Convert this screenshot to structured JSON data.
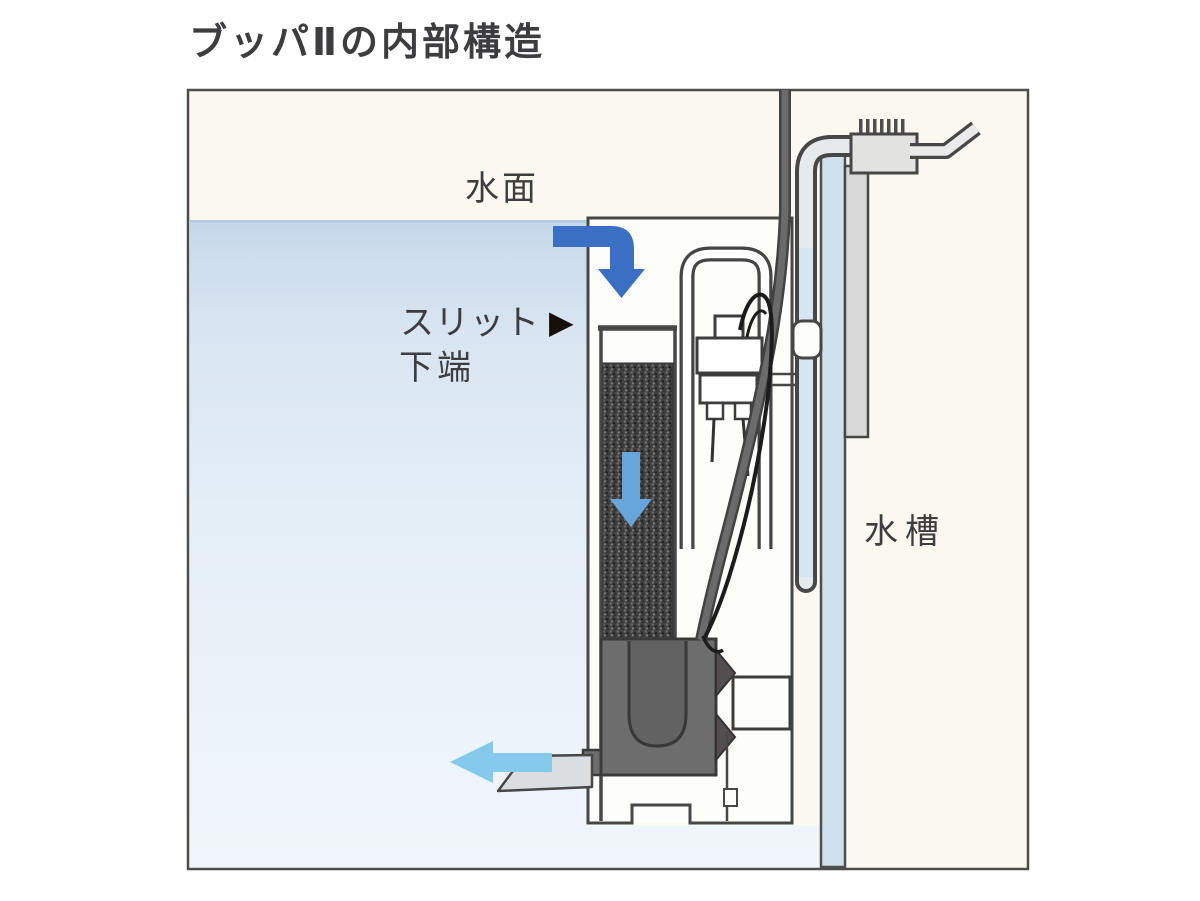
{
  "title": "ブッパⅡの内部構造",
  "labels": {
    "water_surface": "水面",
    "slit_line1": "スリット",
    "slit_marker": "▶",
    "slit_line2": "下端",
    "tank": "水槽"
  },
  "colors": {
    "frame-bg": "#faf8ef",
    "frame-border": "#4c4c4c",
    "line": "#474747",
    "text": "#3d3c3e",
    "inflow-arrow": "#3b6fc4",
    "sponge-arrow": "#66a6da",
    "outflow-arrow": "#85caed",
    "glass": "#cfe0ee",
    "pump-gray": "#6d6d6d"
  }
}
